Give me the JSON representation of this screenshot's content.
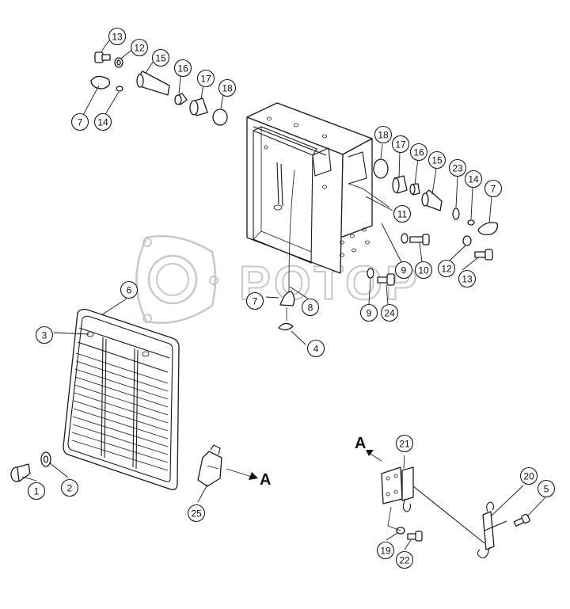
{
  "watermark": "POTOP",
  "view_labels": {
    "view_a_arrow_main": "A",
    "view_a_arrow_detail": "A"
  },
  "callouts": [
    {
      "id": "c13a",
      "label": "13"
    },
    {
      "id": "c12a",
      "label": "12"
    },
    {
      "id": "c15a",
      "label": "15"
    },
    {
      "id": "c16a",
      "label": "16"
    },
    {
      "id": "c17a",
      "label": "17"
    },
    {
      "id": "c18a",
      "label": "18"
    },
    {
      "id": "c7a",
      "label": "7"
    },
    {
      "id": "c14a",
      "label": "14"
    },
    {
      "id": "c18b",
      "label": "18"
    },
    {
      "id": "c17b",
      "label": "17"
    },
    {
      "id": "c16b",
      "label": "16"
    },
    {
      "id": "c15b",
      "label": "15"
    },
    {
      "id": "c23",
      "label": "23"
    },
    {
      "id": "c14b",
      "label": "14"
    },
    {
      "id": "c7b",
      "label": "7"
    },
    {
      "id": "c11",
      "label": "11"
    },
    {
      "id": "c9a",
      "label": "9"
    },
    {
      "id": "c10",
      "label": "10"
    },
    {
      "id": "c12b",
      "label": "12"
    },
    {
      "id": "c13b",
      "label": "13"
    },
    {
      "id": "c7c",
      "label": "7"
    },
    {
      "id": "c8",
      "label": "8"
    },
    {
      "id": "c9b",
      "label": "9"
    },
    {
      "id": "c24",
      "label": "24"
    },
    {
      "id": "c4",
      "label": "4"
    },
    {
      "id": "c6",
      "label": "6"
    },
    {
      "id": "c3",
      "label": "3"
    },
    {
      "id": "c1",
      "label": "1"
    },
    {
      "id": "c2",
      "label": "2"
    },
    {
      "id": "c25",
      "label": "25"
    },
    {
      "id": "c21",
      "label": "21"
    },
    {
      "id": "c20",
      "label": "20"
    },
    {
      "id": "c5",
      "label": "5"
    },
    {
      "id": "c19",
      "label": "19"
    },
    {
      "id": "c22",
      "label": "22"
    }
  ]
}
